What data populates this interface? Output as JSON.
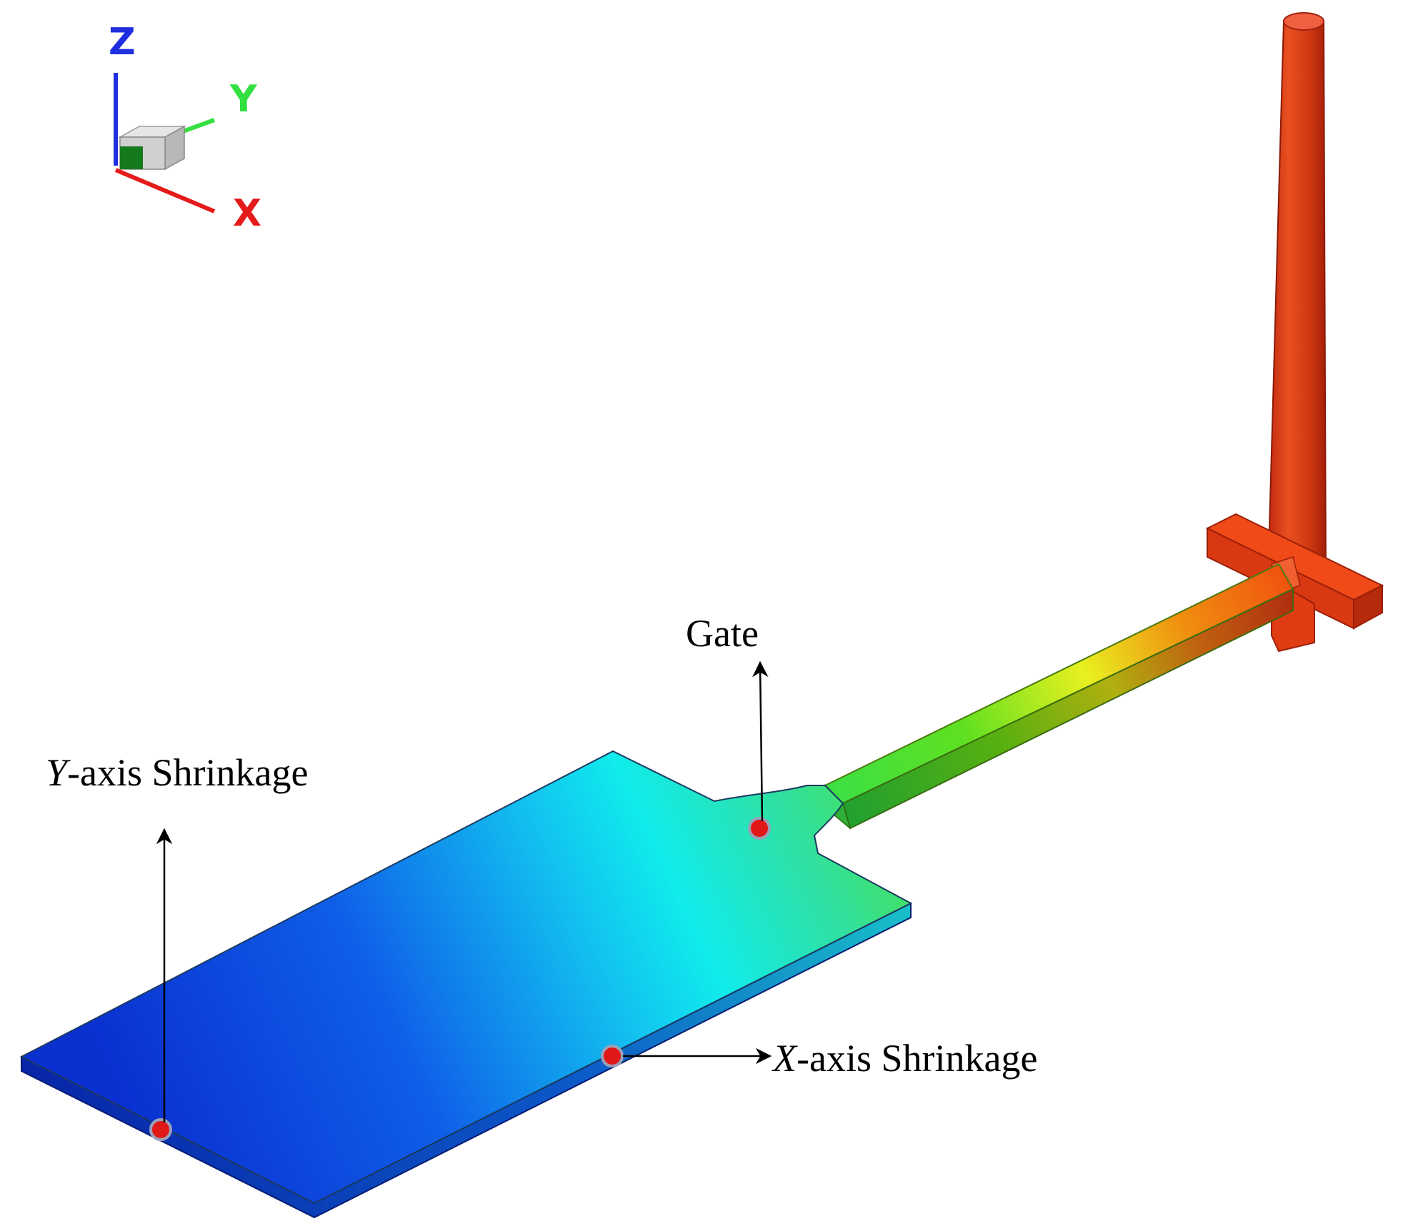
{
  "triad": {
    "z_label": "Z",
    "y_label": "Y",
    "x_label": "X",
    "colors": {
      "z": "#1f2fe0",
      "y": "#33e040",
      "x": "#e51a1a"
    }
  },
  "labels": {
    "gate": "Gate",
    "y_shrink_axis": "Y",
    "y_shrink_rest": "-axis Shrinkage",
    "x_shrink_axis": "X",
    "x_shrink_rest": "-axis Shrinkage"
  },
  "colormap": [
    "#0a2fd0",
    "#1878f0",
    "#10e8e8",
    "#20e040",
    "#f0f020",
    "#f06010",
    "#d83010"
  ],
  "marker_color": "#e01818"
}
